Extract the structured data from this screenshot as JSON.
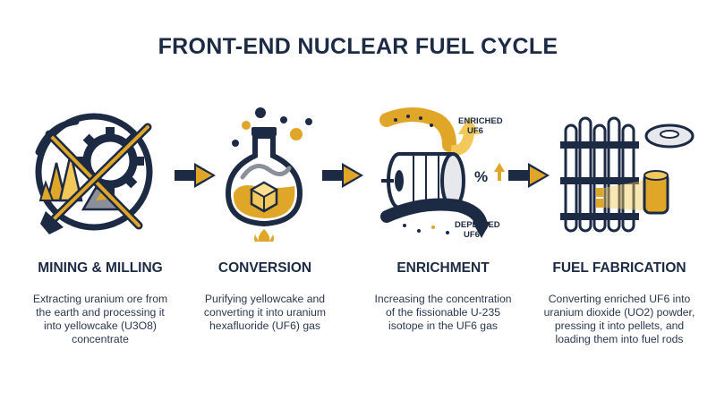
{
  "title": "FRONT-END NUCLEAR FUEL CYCLE",
  "steps": [
    {
      "name": "MINING & MILLING",
      "lines": [
        "Extracting uranium ore from",
        "the earth and processing it",
        "into yellowcake (U3O8)",
        "concentrate"
      ],
      "icon": "pickaxe-gear-icon"
    },
    {
      "name": "CONVERSION",
      "lines": [
        "Purifying yellowcake and",
        "converting it into uranium",
        "hexafluoride (UF6) gas"
      ],
      "icon": "flask-icon"
    },
    {
      "name": "ENRICHMENT",
      "lines": [
        "Increasing the concentration",
        "of the fissionable U-235",
        "isotope in the UF6 gas"
      ],
      "icon": "centrifuge-icon"
    },
    {
      "name": "FUEL FABRICATION",
      "lines": [
        "Converting enriched UF6 into",
        "uranium dioxide (UO2) powder,",
        "pressing it into pellets, and",
        "loading them into fuel rods"
      ],
      "icon": "fuel-rods-icon"
    }
  ],
  "enrichment_labels": {
    "enriched": "ENRICHED",
    "enriched_sub": "UF6",
    "depleted": "DEPLETED",
    "depleted_sub": "UF6",
    "percent": "%"
  },
  "colors": {
    "navy": "#1c2a44",
    "gold": "#e0a628",
    "gold_light": "#f2c85a"
  }
}
